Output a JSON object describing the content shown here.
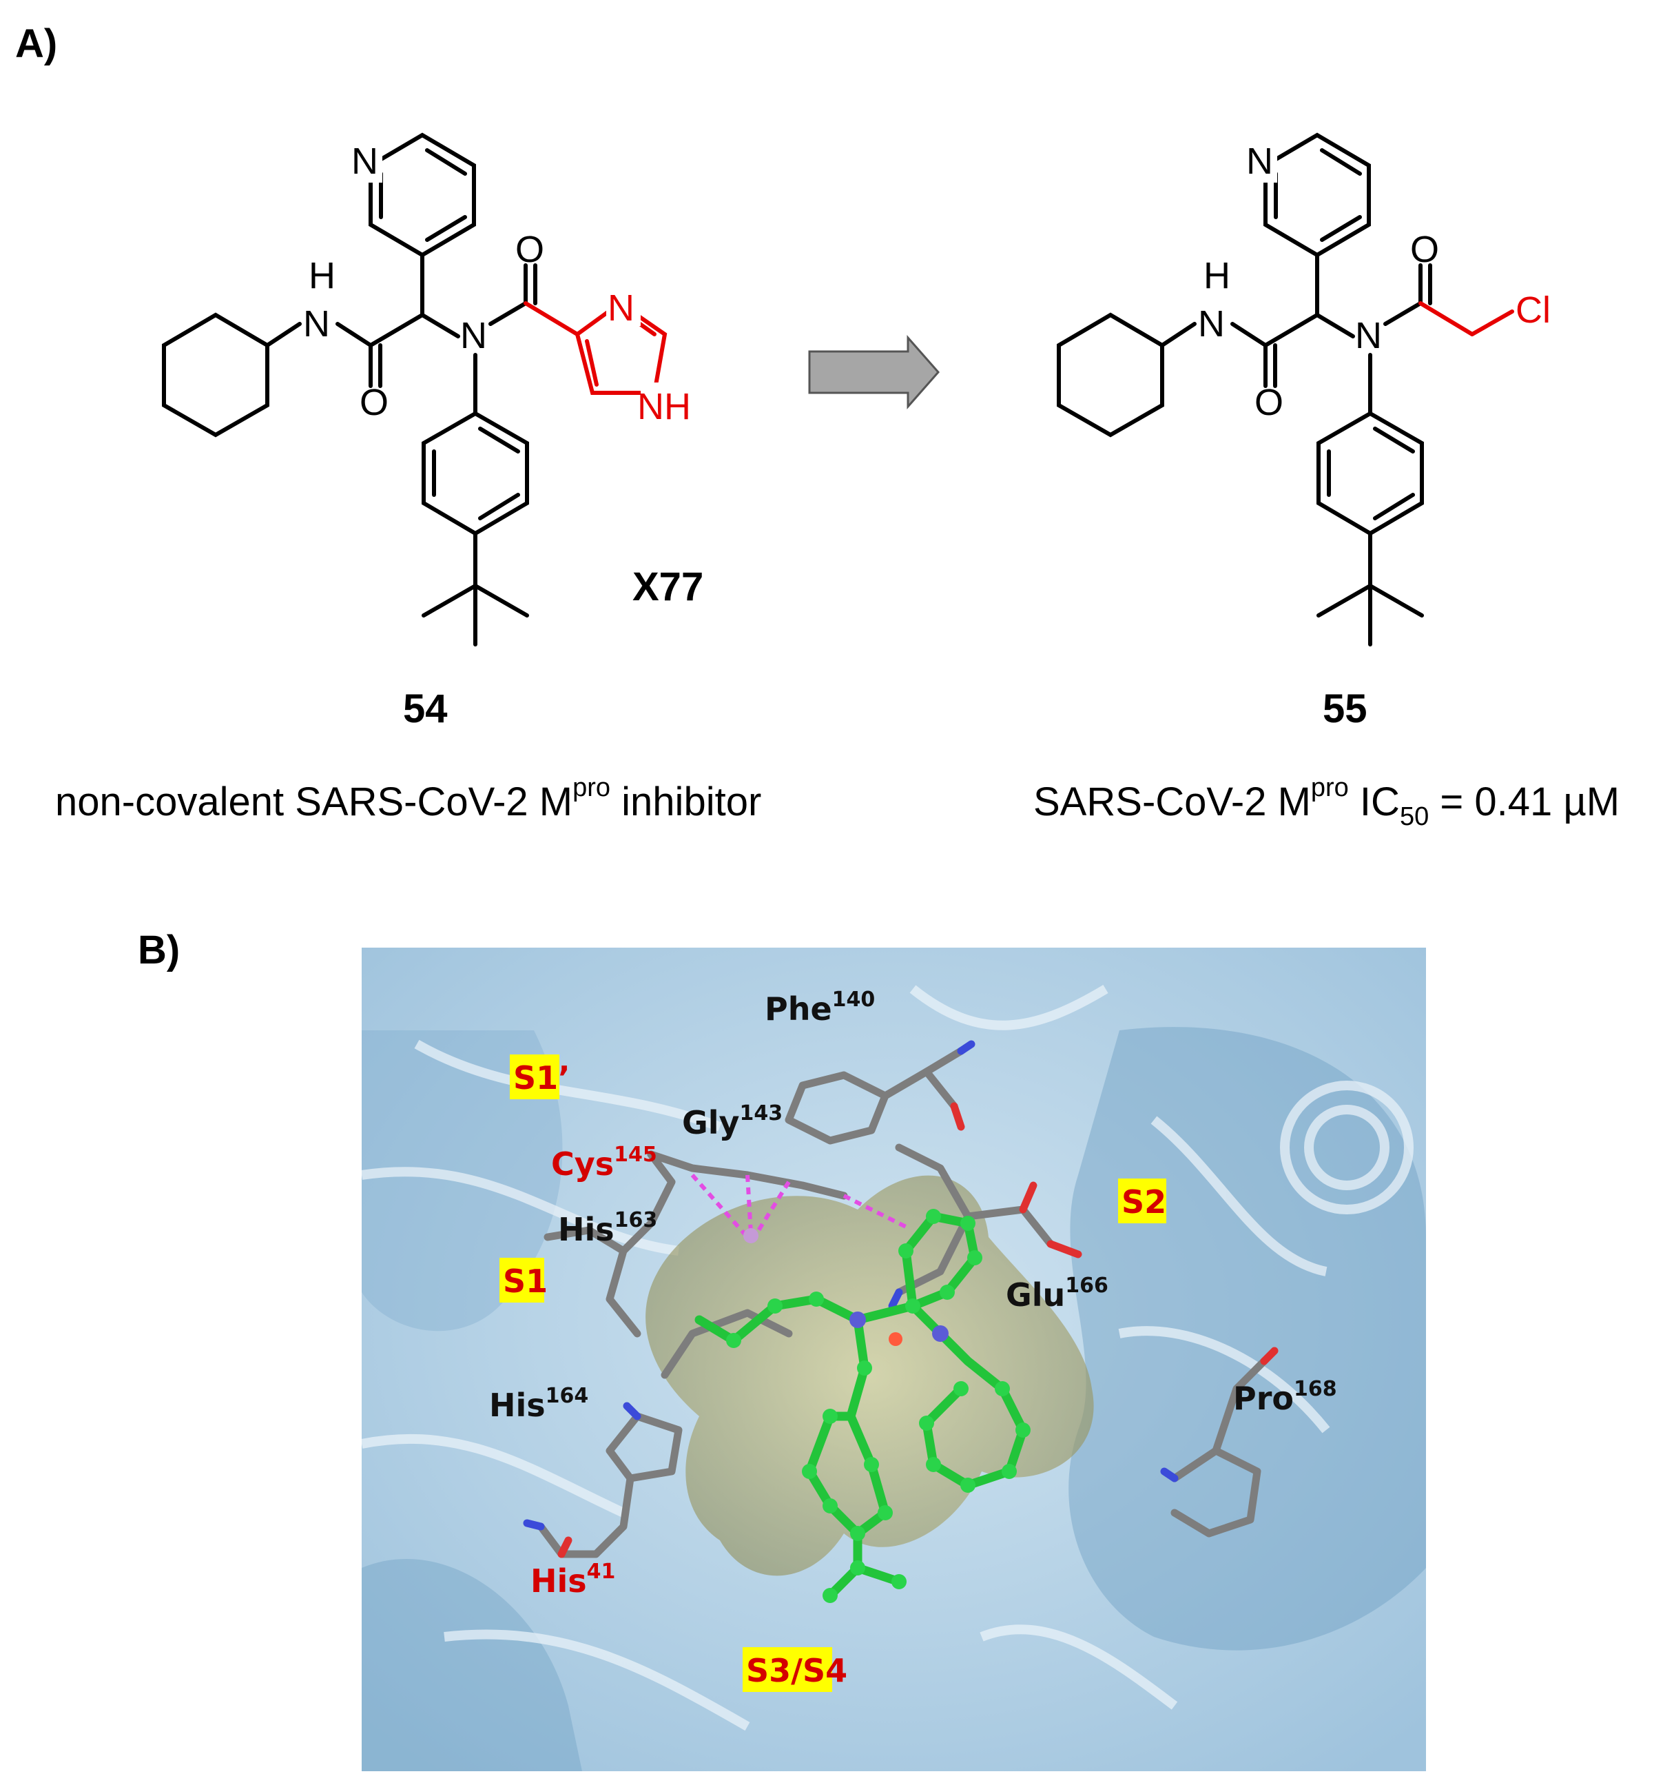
{
  "panel_a": {
    "label": "A)",
    "compound_left": {
      "number": "54",
      "code": "X77",
      "caption_pre": "non-covalent SARS-CoV-2 M",
      "caption_sup": "pro",
      "caption_post": " inhibitor"
    },
    "compound_right": {
      "number": "55",
      "caption_pre": "SARS-CoV-2 M",
      "caption_sup": "pro",
      "caption_mid": " IC",
      "caption_sub": "50",
      "caption_post": " = 0.41 µM"
    },
    "atoms": {
      "N": "N",
      "H": "H",
      "O": "O",
      "NH": "NH",
      "Cl": "Cl"
    },
    "colors": {
      "highlight": "#e60000",
      "bond": "#000000",
      "arrow_fill": "#a6a6a6"
    }
  },
  "panel_b": {
    "label": "B)",
    "residues": [
      {
        "name": "Phe",
        "num": "140",
        "color": "#111111"
      },
      {
        "name": "Gly",
        "num": "143",
        "color": "#111111"
      },
      {
        "name": "Cys",
        "num": "145",
        "color": "#d40000"
      },
      {
        "name": "His",
        "num": "163",
        "color": "#111111"
      },
      {
        "name": "Glu",
        "num": "166",
        "color": "#111111"
      },
      {
        "name": "His",
        "num": "164",
        "color": "#111111"
      },
      {
        "name": "Pro",
        "num": "168",
        "color": "#111111"
      },
      {
        "name": "His",
        "num": "41",
        "color": "#d40000"
      }
    ],
    "pockets": [
      "S1’",
      "S1",
      "S2",
      "S3/S4"
    ],
    "colors": {
      "surface": "#a9cce3",
      "ligand": "#22c43a",
      "pocket_surface": "#c9b96a",
      "pocket_label_bg": "#ffff00"
    }
  }
}
